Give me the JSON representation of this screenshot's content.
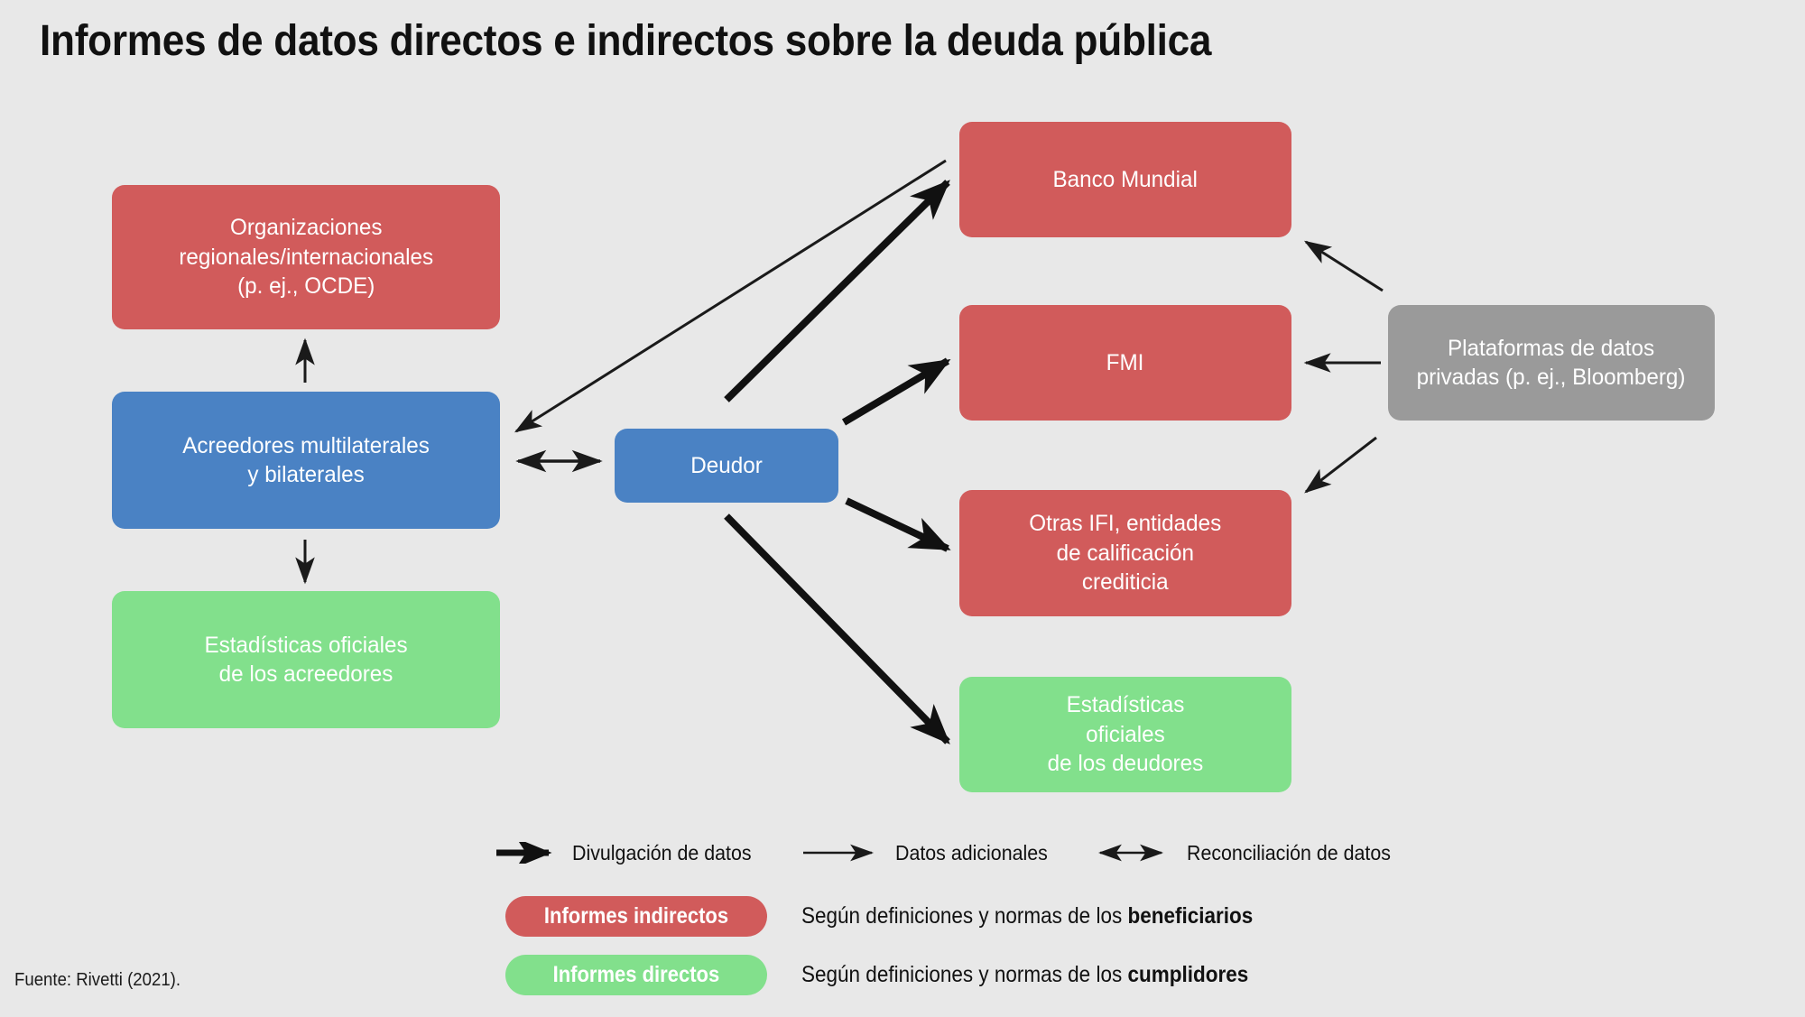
{
  "title": "Informes de datos directos e indirectos sobre la deuda pública",
  "source": "Fuente: Rivetti (2021).",
  "colors": {
    "background": "#e8e8e8",
    "red": "#d15b5b",
    "blue": "#4a82c4",
    "green": "#82e08c",
    "gray": "#9a9a9a",
    "text_dark": "#111111",
    "text_light": "#ffffff",
    "arrow": "#1a1a1a"
  },
  "nodes": {
    "orgs": {
      "label": "Organizaciones\nregionales/internacionales\n(p. ej., OCDE)",
      "category": "informes-indirectos",
      "color": "#d15b5b"
    },
    "acreedores": {
      "label": "Acreedores multilaterales\ny bilaterales",
      "category": "actor",
      "color": "#4a82c4"
    },
    "estadisticas_acreedores": {
      "label": "Estadísticas oficiales\nde los acreedores",
      "category": "informes-directos",
      "color": "#82e08c"
    },
    "deudor": {
      "label": "Deudor",
      "category": "actor",
      "color": "#4a82c4"
    },
    "banco_mundial": {
      "label": "Banco Mundial",
      "category": "informes-indirectos",
      "color": "#d15b5b"
    },
    "fmi": {
      "label": "FMI",
      "category": "informes-indirectos",
      "color": "#d15b5b"
    },
    "otras_ifi": {
      "label": "Otras IFI, entidades\nde calificación\ncrediticia",
      "category": "informes-indirectos",
      "color": "#d15b5b"
    },
    "estadisticas_deudores": {
      "label": "Estadísticas\noficiales\nde los deudores",
      "category": "informes-directos",
      "color": "#82e08c"
    },
    "plataformas": {
      "label": "Plataformas de datos\nprivadas (p. ej., Bloomberg)",
      "category": "privado",
      "color": "#9a9a9a"
    }
  },
  "edges": [
    {
      "from": "acreedores",
      "to": "orgs",
      "style": "thin",
      "direction": "one-way"
    },
    {
      "from": "acreedores",
      "to": "estadisticas_acreedores",
      "style": "thin",
      "direction": "one-way"
    },
    {
      "from": "acreedores",
      "to": "deudor",
      "style": "thin",
      "direction": "two-way"
    },
    {
      "from": "acreedores",
      "to": "banco_mundial",
      "style": "thin",
      "direction": "one-way"
    },
    {
      "from": "deudor",
      "to": "banco_mundial",
      "style": "thick",
      "direction": "one-way"
    },
    {
      "from": "deudor",
      "to": "fmi",
      "style": "thick",
      "direction": "one-way"
    },
    {
      "from": "deudor",
      "to": "otras_ifi",
      "style": "thick",
      "direction": "one-way"
    },
    {
      "from": "deudor",
      "to": "estadisticas_deudores",
      "style": "thick",
      "direction": "one-way"
    },
    {
      "from": "plataformas",
      "to": "banco_mundial",
      "style": "thin",
      "direction": "one-way"
    },
    {
      "from": "plataformas",
      "to": "fmi",
      "style": "thin",
      "direction": "one-way"
    },
    {
      "from": "plataformas",
      "to": "otras_ifi",
      "style": "thin",
      "direction": "one-way"
    }
  ],
  "legend": {
    "arrows": [
      {
        "key": "divulgacion",
        "label": "Divulgación de datos",
        "style": "thick",
        "direction": "one-way"
      },
      {
        "key": "adicionales",
        "label": "Datos adicionales",
        "style": "thin",
        "direction": "one-way"
      },
      {
        "key": "reconciliacion",
        "label": "Reconciliación de datos",
        "style": "thin",
        "direction": "two-way"
      }
    ],
    "pills": [
      {
        "key": "indirectos",
        "pill_label": "Informes indirectos",
        "pill_color": "#d15b5b",
        "desc_prefix": "Según definiciones y normas de los ",
        "desc_bold": "beneficiarios"
      },
      {
        "key": "directos",
        "pill_label": "Informes directos",
        "pill_color": "#82e08c",
        "desc_prefix": "Según definiciones y normas de los ",
        "desc_bold": "cumplidores"
      }
    ]
  }
}
